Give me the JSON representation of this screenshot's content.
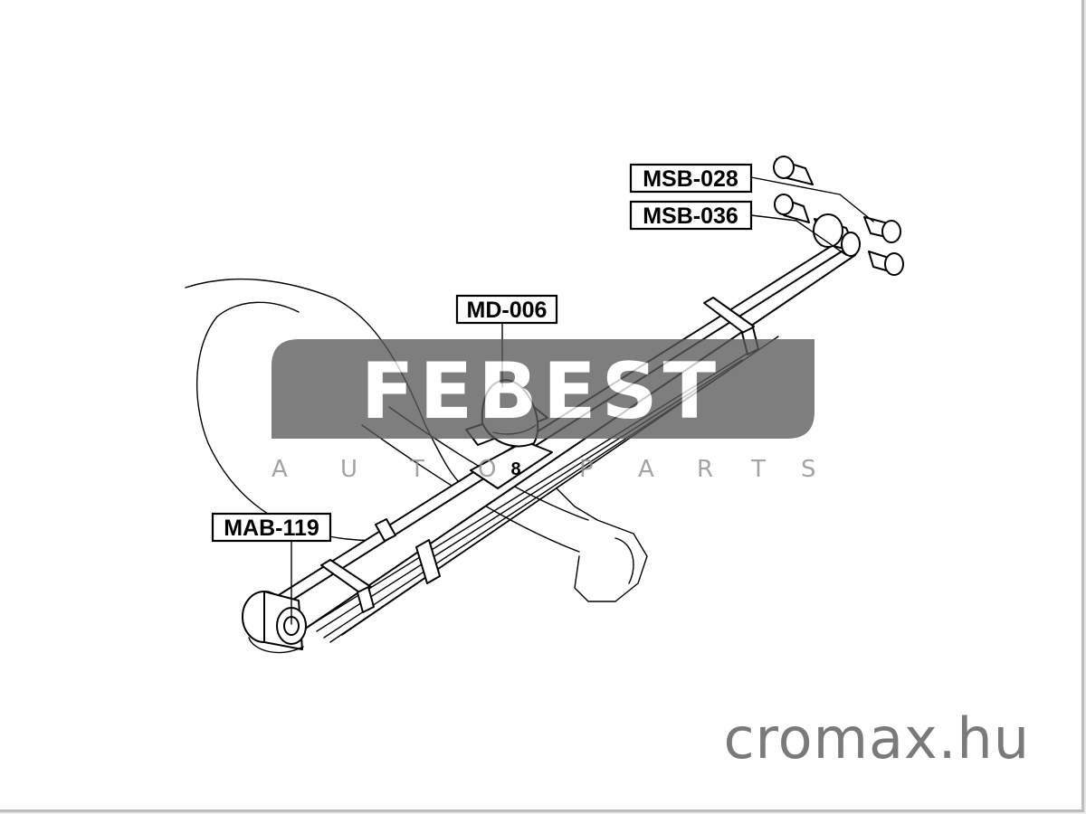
{
  "watermark": {
    "brand": "FEBEST",
    "tagline_letters": [
      "A",
      "U",
      "T",
      "O",
      "P",
      "A",
      "R",
      "T",
      "S"
    ],
    "color": "#5a5a5a"
  },
  "parts": {
    "msb028": "MSB-028",
    "msb036": "MSB-036",
    "md006": "MD-006",
    "mab119": "MAB-119"
  },
  "site_name": "cromax.hu",
  "spring_marker": "8"
}
